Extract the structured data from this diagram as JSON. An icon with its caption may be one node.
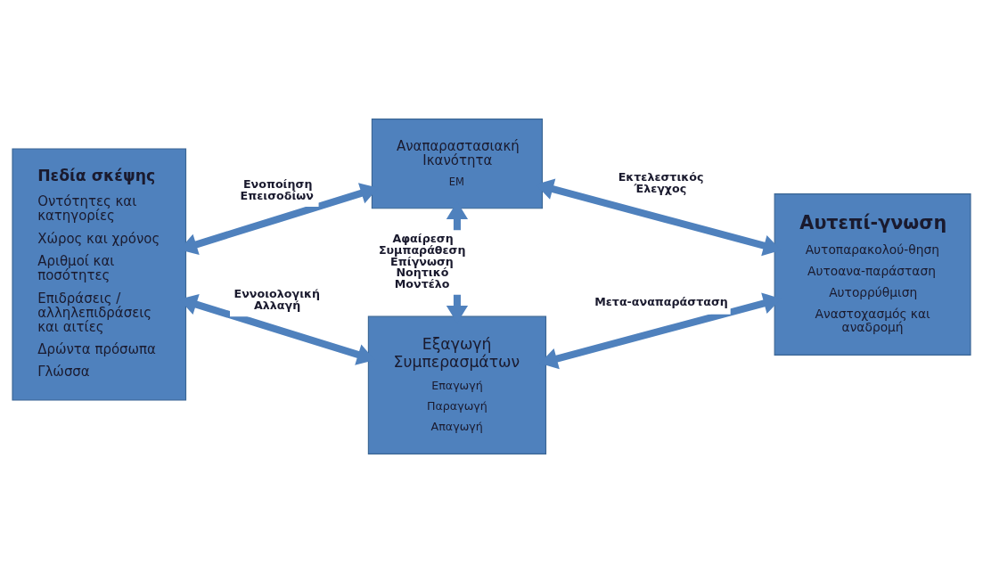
{
  "diagram": {
    "nodes": [
      {
        "text": [
          "Πεδία σκέψης",
          "Οντότητες και κατηγορίες",
          "Χώρος και χρόνος",
          "Αριθμοί και ποσότητες",
          "Επιδράσεις / αλληλεπιδράσεις και αιτίες",
          "Δρώντα πρόσωπα",
          "Γλώσσα"
        ]
      },
      {
        "text": [
          "Αναπαραστασιακή Ικανότητα",
          "ΕΜ"
        ]
      },
      {
        "text": [
          "Αυτεπί-γνωση",
          "Αυτοπαρακολού-θηση",
          "Αυτοανα-παράσταση",
          "Αυτορρύθμιση",
          "Αναστοχασμός και αναδρομή"
        ]
      },
      {
        "text": [
          "Εξαγωγή Συμπερασμάτων",
          "Επαγωγή",
          "Παραγωγή",
          "Απαγωγή"
        ]
      }
    ],
    "edges": [
      {
        "from": 0,
        "to": 1,
        "arrow": "both",
        "label": "Ενοποίηση Επεισοδίων"
      },
      {
        "from": 1,
        "to": 2,
        "arrow": "both",
        "label": "Εκτελεστικός Έλεγχος"
      },
      {
        "from": 1,
        "to": 3,
        "arrow": "both",
        "label": "Αφαίρεση Συμπαράθεση Επίγνωση Νοητικό Μοντέλο"
      },
      {
        "from": 0,
        "to": 3,
        "arrow": "both",
        "label": "Εννοιολογική Αλλαγή"
      },
      {
        "from": 3,
        "to": 2,
        "arrow": "both",
        "label": "Μετα-αναπαράσταση"
      }
    ]
  }
}
